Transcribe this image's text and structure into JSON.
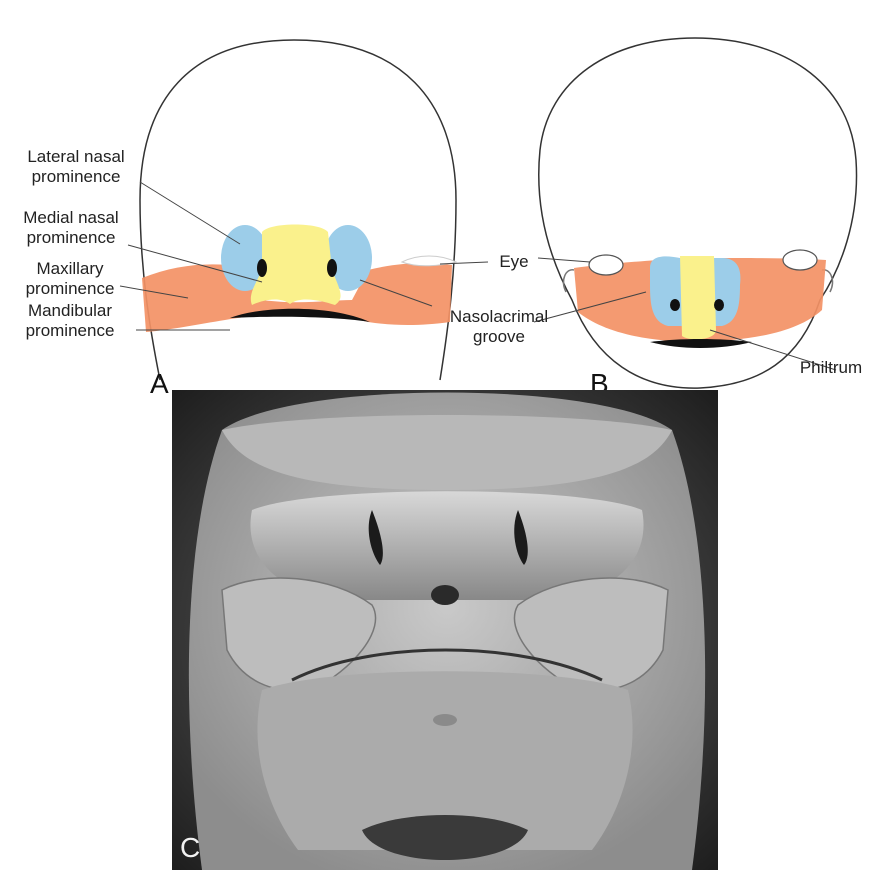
{
  "labels": {
    "lateral_nasal": "Lateral nasal\nprominence",
    "medial_nasal": "Medial nasal\nprominence",
    "maxillary": "Maxillary\nprominence",
    "mandibular": "Mandibular\nprominence",
    "eye": "Eye",
    "nasolacrimal": "Nasolacrimal\ngroove",
    "philtrum": "Philtrum"
  },
  "panels": {
    "a": "A",
    "b": "B",
    "c": "C"
  },
  "colors": {
    "lateral_nasal": "#9ccde9",
    "medial_nasal": "#faf18c",
    "maxillary": "#f39165",
    "outline": "#333333"
  }
}
